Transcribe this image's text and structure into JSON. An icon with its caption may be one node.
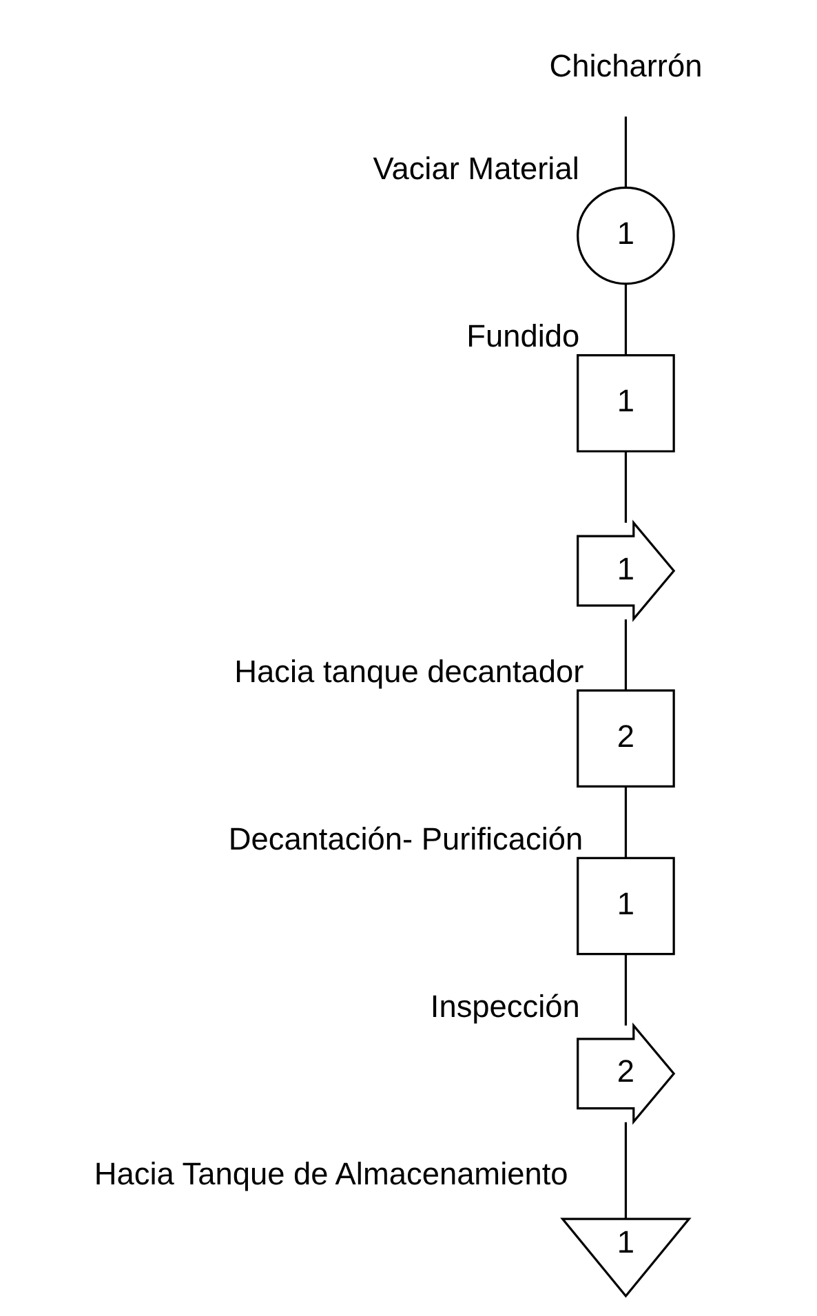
{
  "diagram": {
    "nodes": [
      {
        "text": [
          "Chicharrón"
        ]
      },
      {
        "text": [
          "1"
        ],
        "beside": [
          "Vaciar Material"
        ]
      },
      {
        "text": [
          "1"
        ],
        "beside": [
          "Fundido"
        ]
      },
      {
        "text": [
          "1"
        ]
      },
      {
        "text": [
          "2"
        ],
        "beside": [
          "Hacia tanque decantador"
        ]
      },
      {
        "text": [
          "1"
        ],
        "beside": [
          "Decantación- Purificación"
        ]
      },
      {
        "text": [
          "2"
        ],
        "beside": [
          "Inspección"
        ]
      },
      {
        "text": [
          "1"
        ],
        "beside": [
          "Hacia Tanque de Almacenamiento"
        ]
      }
    ],
    "edges": [
      {
        "from": 0,
        "to": 1,
        "arrow": "none"
      },
      {
        "from": 1,
        "to": 2,
        "arrow": "none"
      },
      {
        "from": 2,
        "to": 3,
        "arrow": "none"
      },
      {
        "from": 3,
        "to": 4,
        "arrow": "none"
      },
      {
        "from": 4,
        "to": 5,
        "arrow": "none"
      },
      {
        "from": 5,
        "to": 6,
        "arrow": "none"
      },
      {
        "from": 6,
        "to": 7,
        "arrow": "none"
      }
    ]
  }
}
